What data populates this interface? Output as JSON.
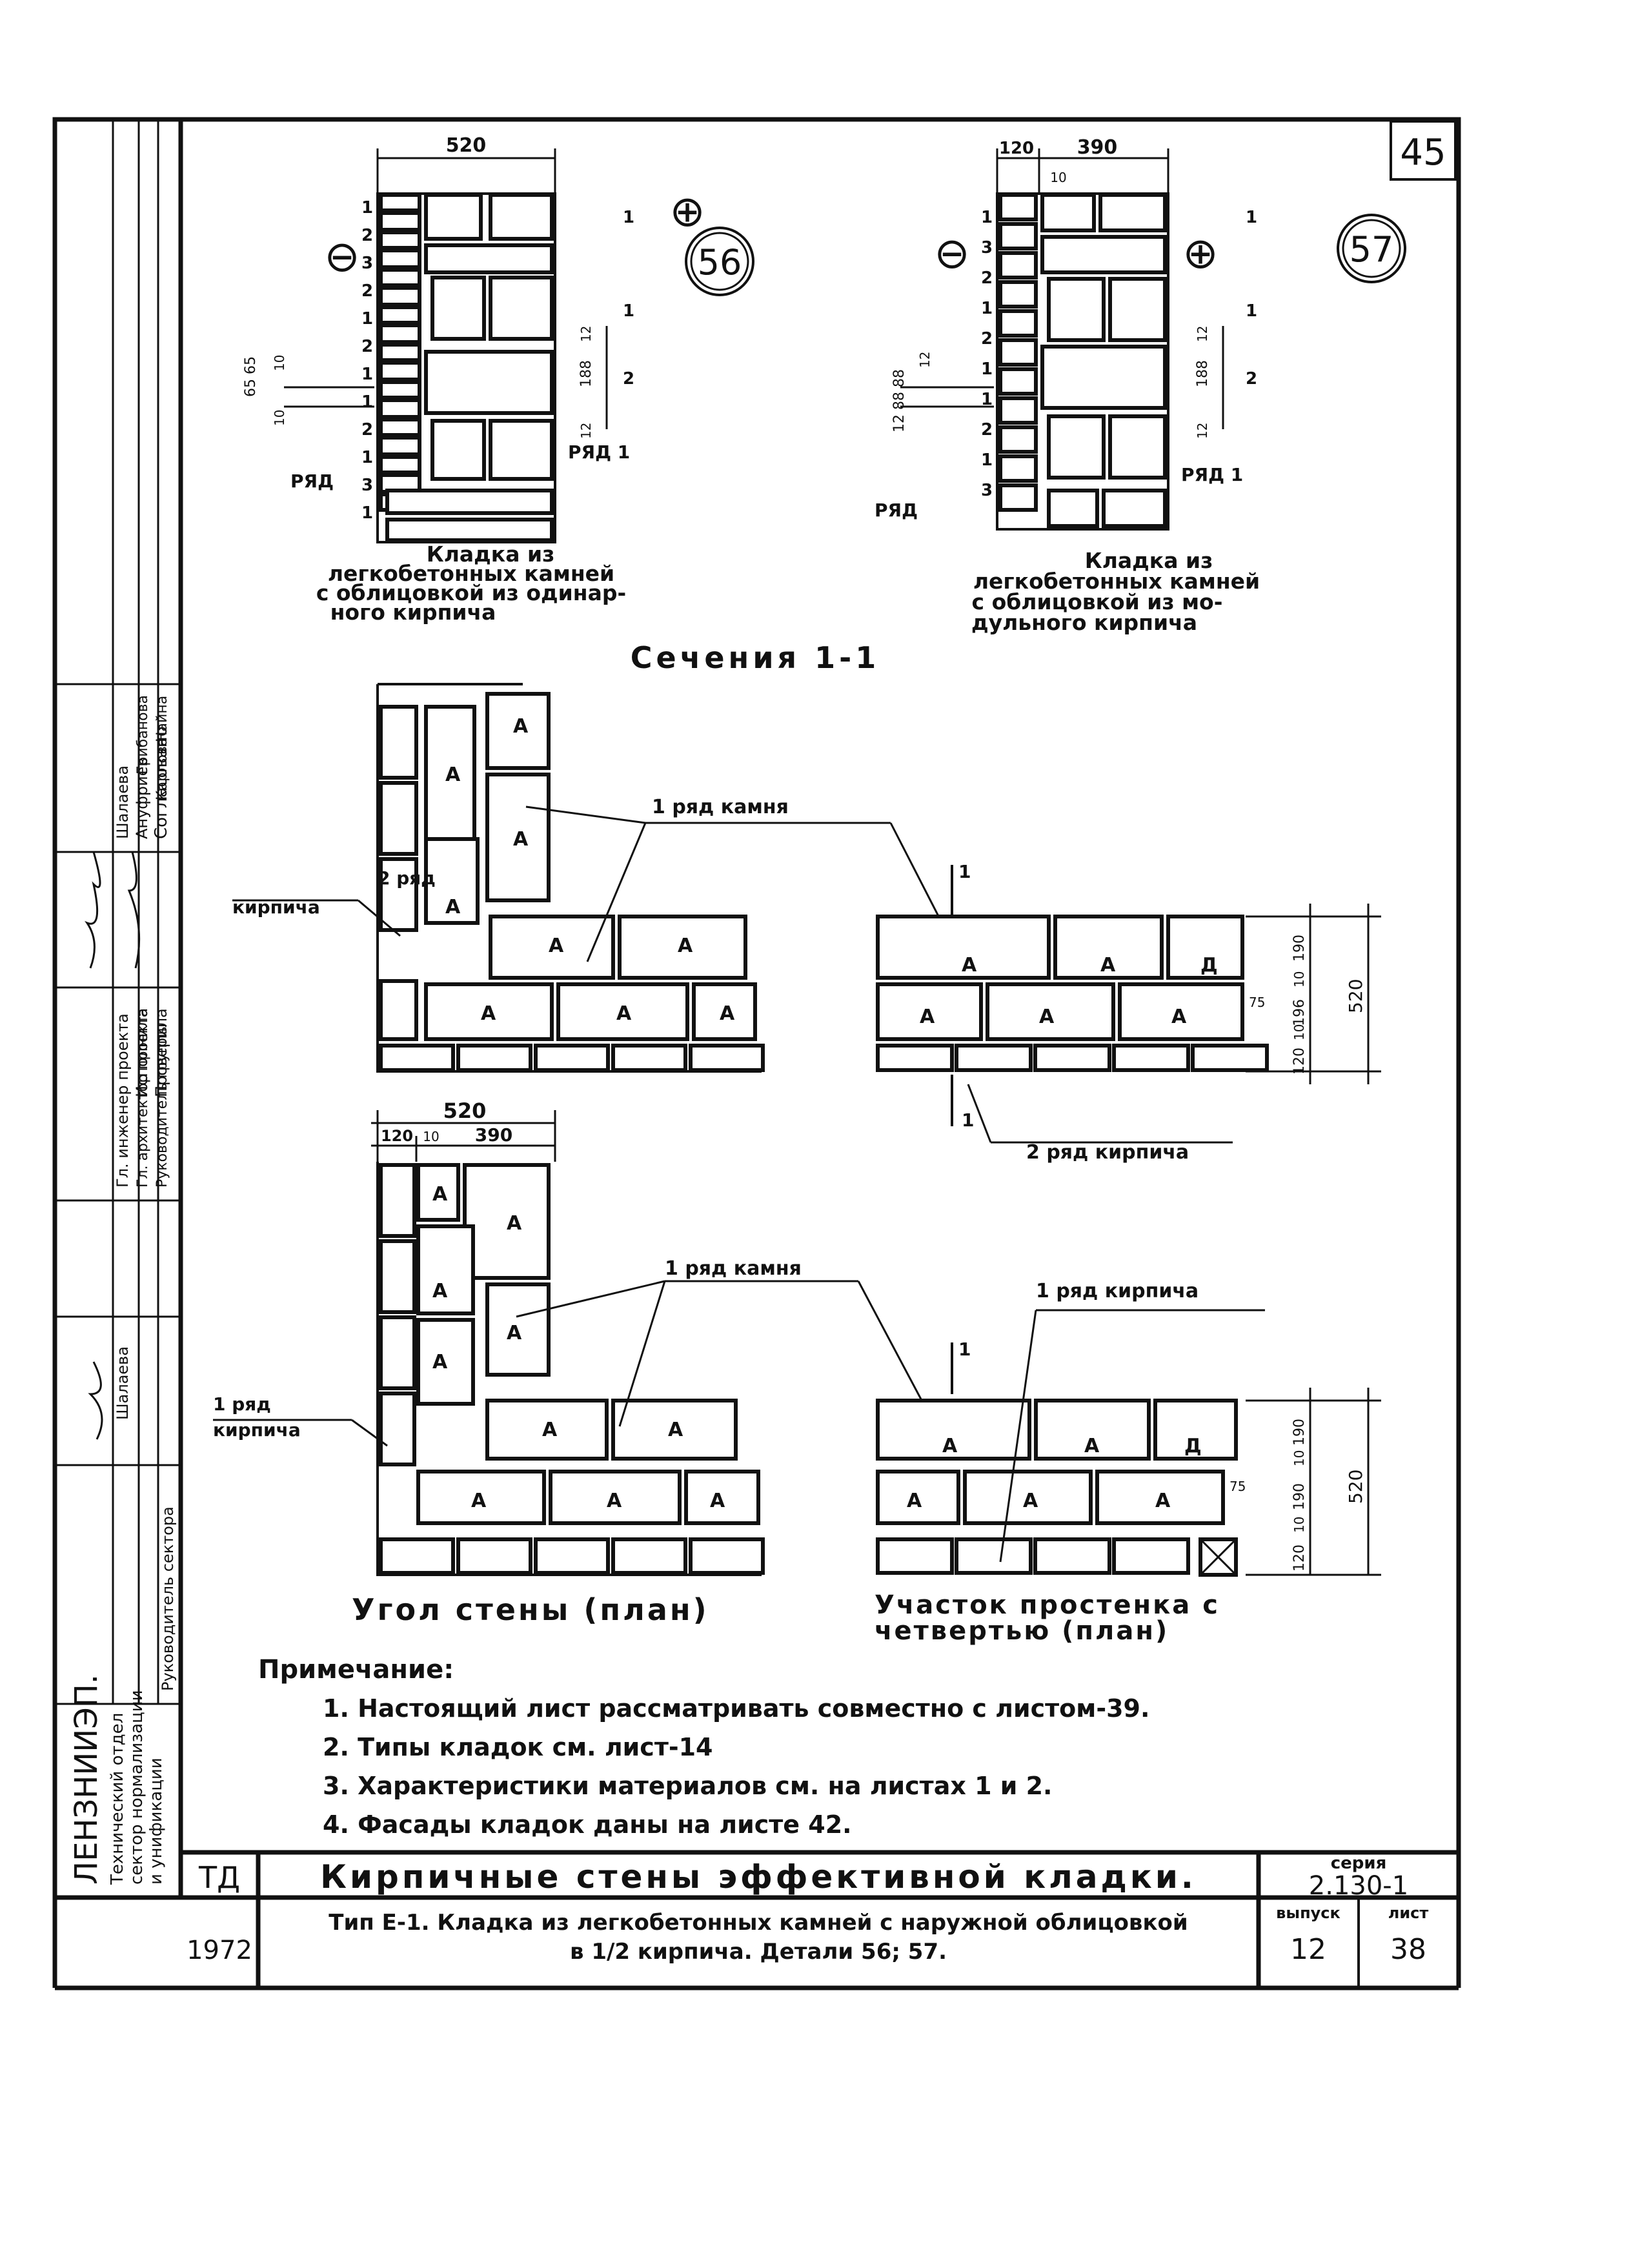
{
  "sheet_number": "45",
  "detail_56": {
    "number": "56",
    "width_dim": "520",
    "minus": "⊖",
    "plus": "⊕",
    "left_rows": [
      "1",
      "2",
      "3",
      "2",
      "1",
      "2",
      "1",
      "1",
      "2",
      "1",
      "3",
      "1"
    ],
    "right_rows": [
      "1",
      "1",
      "2",
      "1"
    ],
    "dim_188": "188",
    "dim_12a": "12",
    "dim_12b": "12",
    "left_dims": "65 65",
    "left_dim_small": "10",
    "left_dim_small2": "10",
    "row_label_left": "РЯД",
    "row_label_right": "РЯД 1",
    "caption": [
      "Кладка из",
      "легкобетонных камней",
      "с облицовкой из одинар-",
      "ного кирпича"
    ]
  },
  "detail_57": {
    "number": "57",
    "dim_120": "120",
    "dim_390": "390",
    "dim_10": "10",
    "minus": "⊖",
    "plus": "⊕",
    "left_rows": [
      "1",
      "3",
      "2",
      "1",
      "2",
      "1",
      "1",
      "2",
      "1",
      "3"
    ],
    "right_rows": [
      "1",
      "1",
      "2",
      "1"
    ],
    "dim_188": "188",
    "dim_12a": "12",
    "dim_12b": "12",
    "left_dims": "12 88 88",
    "left_dim_small": "12",
    "row_label_left": "РЯД",
    "row_label_right": "РЯД 1",
    "caption": [
      "Кладка из",
      "легкобетонных камней",
      "с облицовкой из мо-",
      "дульного кирпича"
    ]
  },
  "sections_title": "Сечения 1-1",
  "plan_a": {
    "stone_label": "1 ряд камня",
    "brick_label_1": "2 ряд",
    "brick_label_2": "кирпича",
    "block_A": "А",
    "block_D": "Д",
    "section_mark": "1",
    "section_mark_b": "1",
    "bottom_label": "2 ряд кирпича",
    "dim_190": "190",
    "dim_10a": "10",
    "dim_196": "196",
    "dim_10b": "10",
    "dim_120": "120",
    "dim_520": "520",
    "dim_75": "75"
  },
  "plan_b": {
    "dim_520": "520",
    "dim_120": "120",
    "dim_10": "10",
    "dim_390": "390",
    "stone_label": "1 ряд камня",
    "brick_row_label": "1 ряд кирпича",
    "left_label_1": "1 ряд",
    "left_label_2": "кирпича",
    "section_mark": "1",
    "dim_190a": "190",
    "dim_10a": "10",
    "dim_190b": "190",
    "dim_10b": "10",
    "dim_520r": "520",
    "dim_75": "75",
    "caption_left": "Угол стены (план)",
    "caption_right_1": "Участок простенка с",
    "caption_right_2": "четвертью (план)"
  },
  "notes": {
    "title": "Примечание:",
    "items": [
      "1. Настоящий лист рассматривать совместно с листом-39.",
      "2. Типы кладок см. лист-14",
      "3. Характеристики материалов см. на листах 1 и 2.",
      "4. Фасады кладок даны на листе 42."
    ]
  },
  "title_block": {
    "code": "ТД",
    "year": "1972",
    "title": "Кирпичные стены эффективной кладки.",
    "subtitle_1": "Тип Е-1. Кладка из легкобетонных камней с наружной облицовкой",
    "subtitle_2": "в 1/2 кирпича.   Детали 56; 57.",
    "series_label": "серия",
    "series": "2.130-1",
    "issue_label": "выпуск",
    "issue": "12",
    "sheet_label": "лист",
    "sheet": "38"
  },
  "side_stamp": {
    "org_1": "ЛЕНЗНИИЭП.",
    "org_2": "Технический отдел",
    "org_3": "сектор нормализации",
    "org_4": "и унификации",
    "roles": [
      "Руководитель сектора",
      "Гл. инженер проекта",
      "Гл. архитектор проекта",
      "Руководитель группы",
      "Исполнила",
      "Проверила"
    ],
    "names": [
      "Шалаева",
      "Шалаева",
      "Ануфриев",
      "Карпова",
      "Грибанова",
      "Найна"
    ],
    "agreed": "Согласовано"
  }
}
